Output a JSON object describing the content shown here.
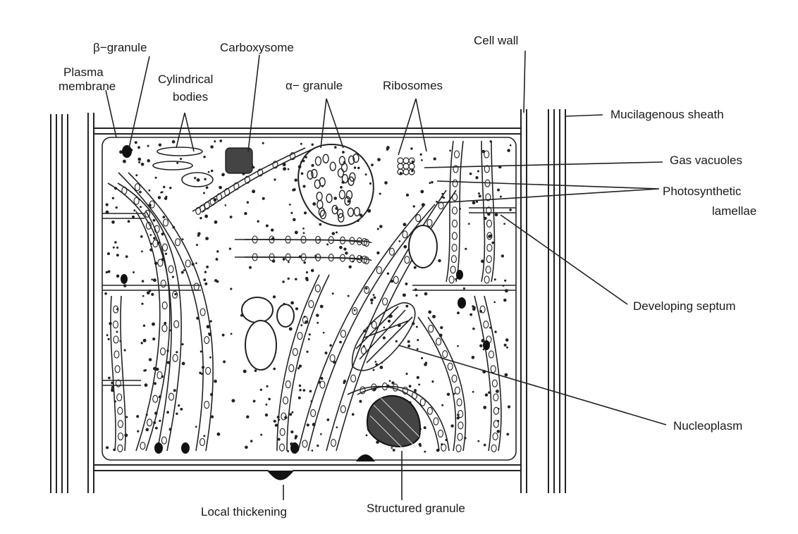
{
  "labels": {
    "beta_granule": "β−granule",
    "plasma_membrane_1": "Plasma",
    "plasma_membrane_2": "membrane",
    "cylindrical_1": "Cylindrical",
    "cylindrical_2": "bodies",
    "carboxysome": "Carboxysome",
    "alpha_granule": "α− granule",
    "ribosomes": "Ribosomes",
    "cell_wall": "Cell wall",
    "mucilagenous_sheath": "Mucilagenous sheath",
    "gas_vacuoles": "Gas vacuoles",
    "photosynthetic_1": "Photosynthetic",
    "photosynthetic_2": "lamellae",
    "developing_septum": "Developing septum",
    "nucleoplasm": "Nucleoplasm",
    "local_thickening": "Local thickening",
    "structured_granule": "Structured granule"
  }
}
